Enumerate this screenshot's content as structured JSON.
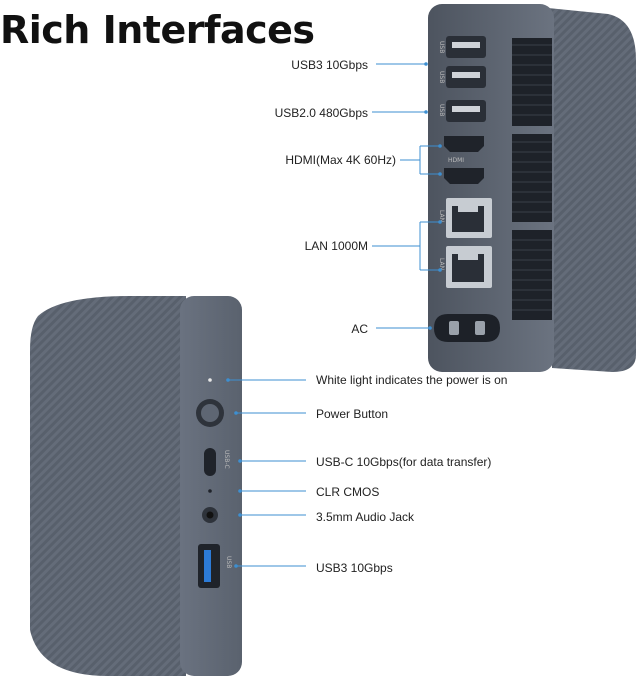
{
  "title": "Rich Interfaces",
  "rear_ports": {
    "usb3": "USB3 10Gbps",
    "usb2": "USB2.0 480Gbps",
    "hdmi": "HDMI(Max 4K 60Hz)",
    "lan": "LAN 1000M",
    "ac": "AC"
  },
  "rear_port_markings": {
    "usb": "USB",
    "hdmi": "HDMI",
    "lan": "LAN"
  },
  "front_ports": {
    "power_light": "White light indicates the power is on",
    "power_button": "Power Button",
    "usbc": "USB-C 10Gbps(for data transfer)",
    "clr_cmos": "CLR CMOS",
    "audio": "3.5mm Audio Jack",
    "usb3": "USB3 10Gbps"
  },
  "front_port_markings": {
    "usbc": "USB-C",
    "usb": "USB"
  },
  "colors": {
    "chassis": "#5b6370",
    "chassis_dark": "#454b55",
    "leader_line": "#3d8fd1"
  }
}
